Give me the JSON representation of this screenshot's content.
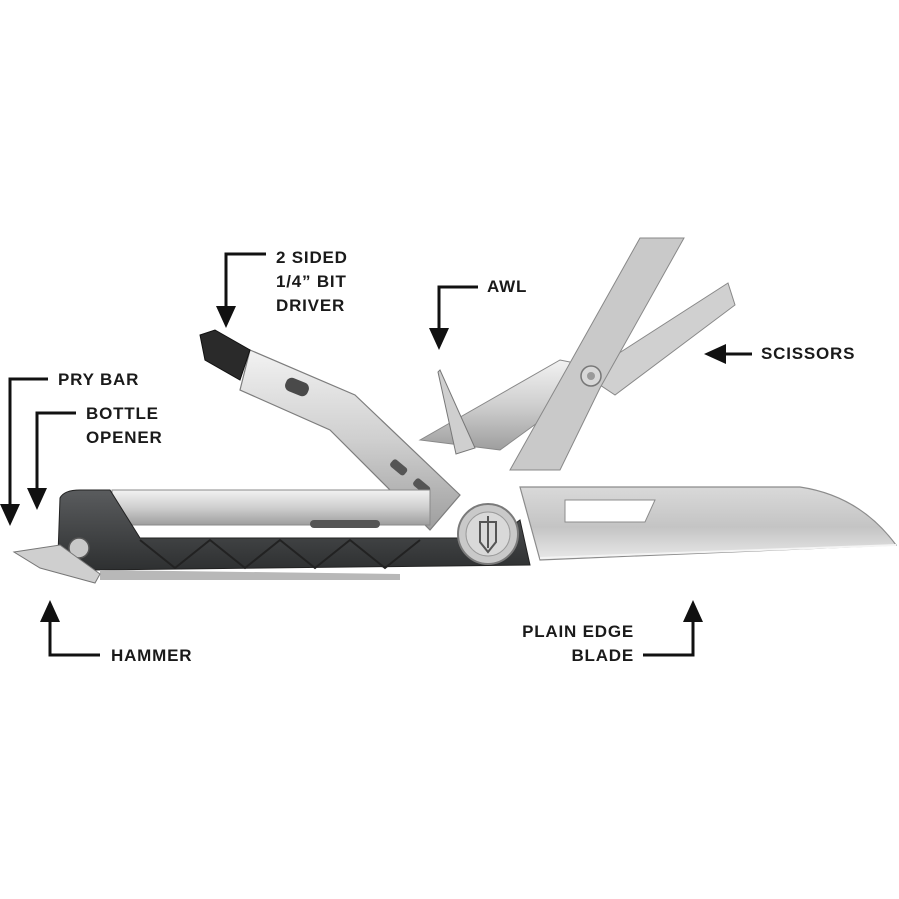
{
  "labels": {
    "bit_driver": [
      "2 SIDED",
      "1/4” BIT",
      "DRIVER"
    ],
    "awl": "AWL",
    "scissors": "SCISSORS",
    "pry_bar": "PRY BAR",
    "bottle_opener": [
      "BOTTLE",
      "OPENER"
    ],
    "hammer": "HAMMER",
    "plain_edge_blade": [
      "PLAIN EDGE",
      "BLADE"
    ]
  },
  "colors": {
    "text": "#1a1a1a",
    "arrow": "#111111",
    "steel_light": "#e4e4e4",
    "steel_mid": "#bdbdbd",
    "steel_dark": "#8a8a8a",
    "handle": "#3d3f40",
    "bit": "#2a2a2a"
  },
  "icons": {
    "logo": "gerber-logo-icon"
  }
}
